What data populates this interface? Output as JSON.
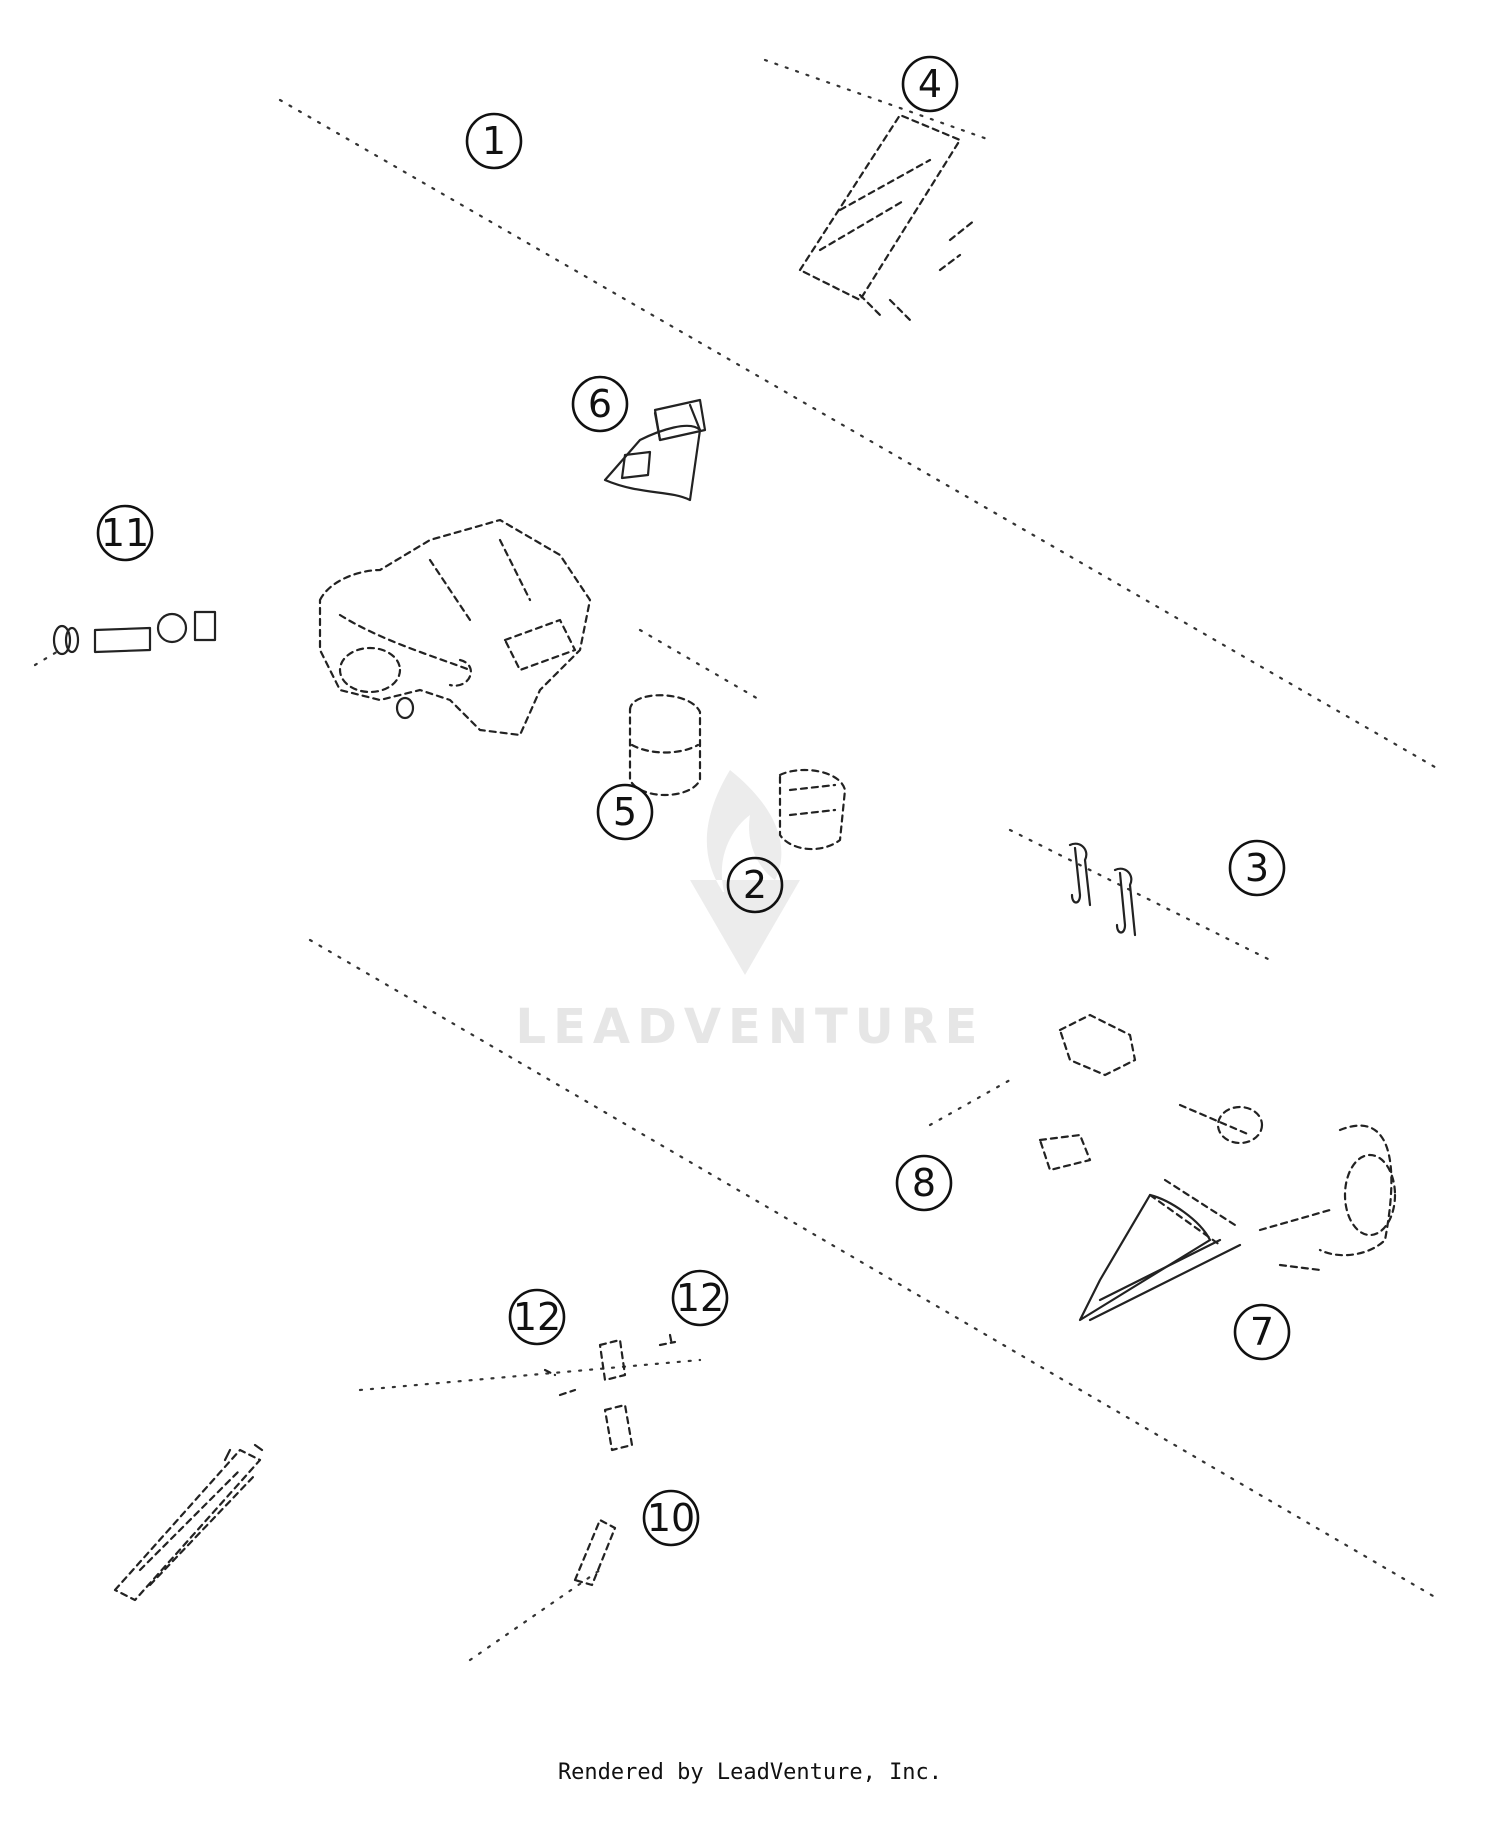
{
  "callouts": [
    {
      "label": "1"
    },
    {
      "label": "2"
    },
    {
      "label": "3"
    },
    {
      "label": "4"
    },
    {
      "label": "5"
    },
    {
      "label": "6"
    },
    {
      "label": "7"
    },
    {
      "label": "8"
    },
    {
      "label": "10"
    },
    {
      "label": "11"
    },
    {
      "label": "12"
    },
    {
      "label": "12"
    }
  ],
  "watermark": {
    "text": "LEADVENTURE"
  },
  "footer": {
    "credit": "Rendered by LeadVenture, Inc."
  }
}
